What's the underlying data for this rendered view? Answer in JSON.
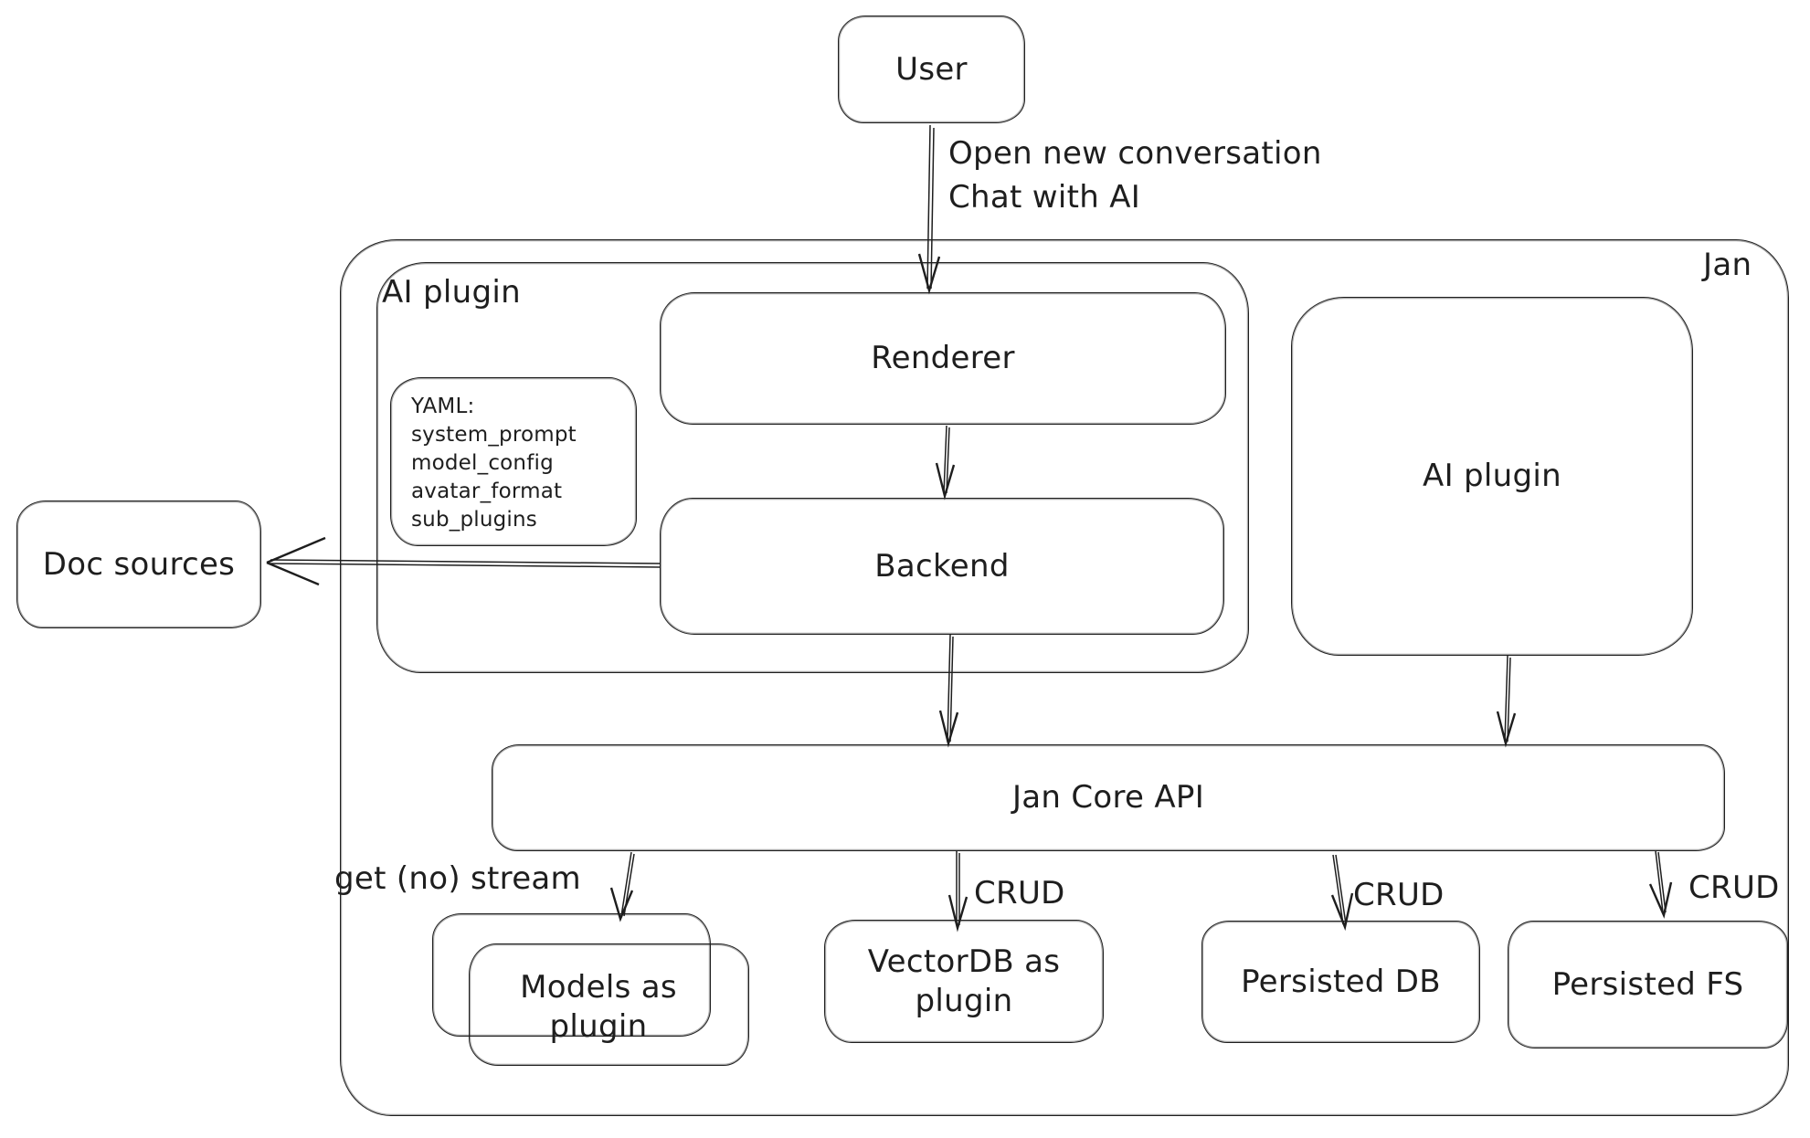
{
  "colors": {
    "stroke": "#1e1e1e",
    "background": "#ffffff",
    "text": "#1e1e1e"
  },
  "nodes": {
    "user": {
      "label": "User"
    },
    "jan_container": {
      "label": "Jan"
    },
    "ai_plugin_container": {
      "label": "AI plugin"
    },
    "renderer": {
      "label": "Renderer"
    },
    "yaml_note": {
      "lines": [
        "YAML:",
        "system_prompt",
        "model_config",
        "avatar_format",
        "sub_plugins"
      ]
    },
    "backend": {
      "label": "Backend"
    },
    "ai_plugin": {
      "label": "AI plugin"
    },
    "doc_sources": {
      "label": "Doc sources"
    },
    "jan_core_api": {
      "label": "Jan Core API"
    },
    "models_as_plugin": {
      "label": "Models as plugin"
    },
    "vectordb_as_plugin": {
      "label": "VectorDB as plugin"
    },
    "persisted_db": {
      "label": "Persisted DB"
    },
    "persisted_fs": {
      "label": "Persisted FS"
    }
  },
  "edges": {
    "user_to_renderer": {
      "label_lines": [
        "Open new conversation",
        "Chat with AI"
      ]
    },
    "core_to_models": {
      "label": "get (no) stream"
    },
    "core_to_vectordb": {
      "label": "CRUD"
    },
    "core_to_persisted_db": {
      "label": "CRUD"
    },
    "core_to_persisted_fs": {
      "label": "CRUD"
    }
  }
}
